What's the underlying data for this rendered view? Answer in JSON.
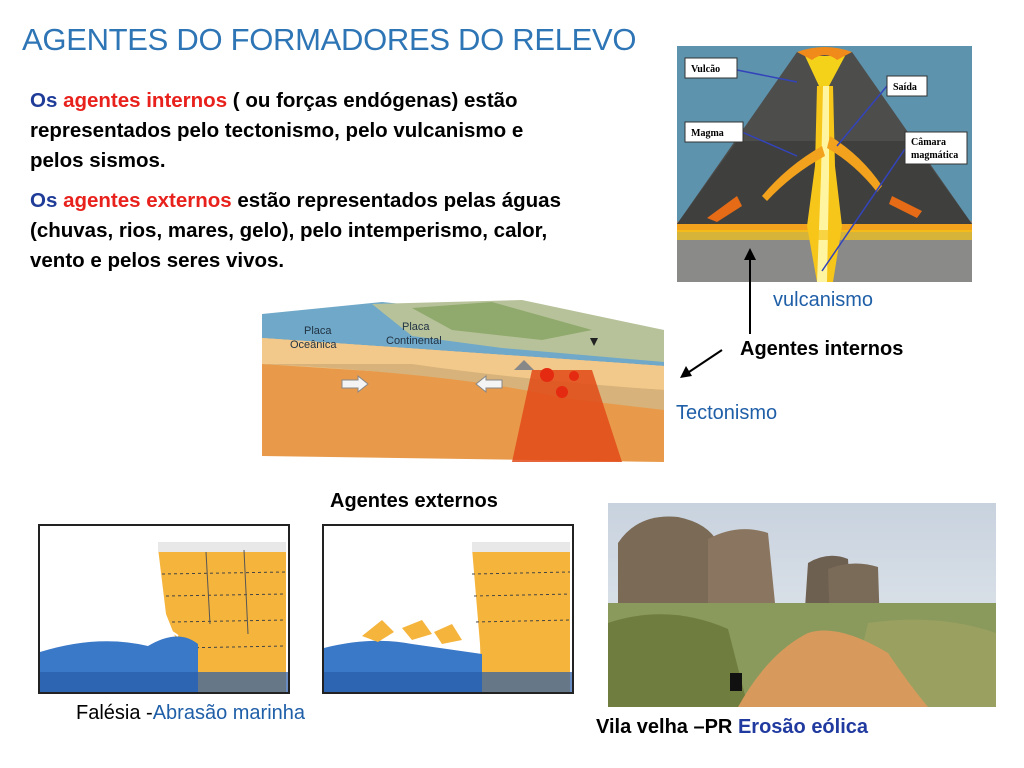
{
  "title": "AGENTES DO FORMADORES DO RELEVO",
  "internos_text": {
    "os": "Os",
    "highlight": "agentes internos",
    "rest_line1": " ( ou forças endógenas) estão",
    "line2": "representados pelo tectonismo, pelo  vulcanismo e",
    "line3": "pelos  sismos."
  },
  "externos_text": {
    "os": "Os",
    "highlight": "agentes externos",
    "rest_line1": " estão representados pelas  águas",
    "line2": "(chuvas, rios, mares, gelo), pelo intemperismo, calor,",
    "line3": "vento e pelos  seres vivos."
  },
  "volcano": {
    "labels": {
      "vulcao": "Vulcão",
      "saida": "Saída",
      "magma": "Magma",
      "camara1": "Câmara",
      "camara2": "magmática"
    },
    "caption": "vulcanismo"
  },
  "agentes_internos_label": "Agentes internos",
  "tectonismo_label": "Tectonismo",
  "plates": {
    "oceanica1": "Placa",
    "oceanica2": "Oceânica",
    "continental1": "Placa",
    "continental2": "Continental"
  },
  "agentes_externos_label": "Agentes externos",
  "falesia": {
    "prefix": "Falésia  -",
    "highlight": "Abrasão marinha"
  },
  "vila_velha": {
    "prefix": "Vila velha –PR",
    "highlight": "Erosão eólica"
  },
  "colors": {
    "title": "#2e75b6",
    "red": "#e8211c",
    "blue": "#1f3c99"
  }
}
